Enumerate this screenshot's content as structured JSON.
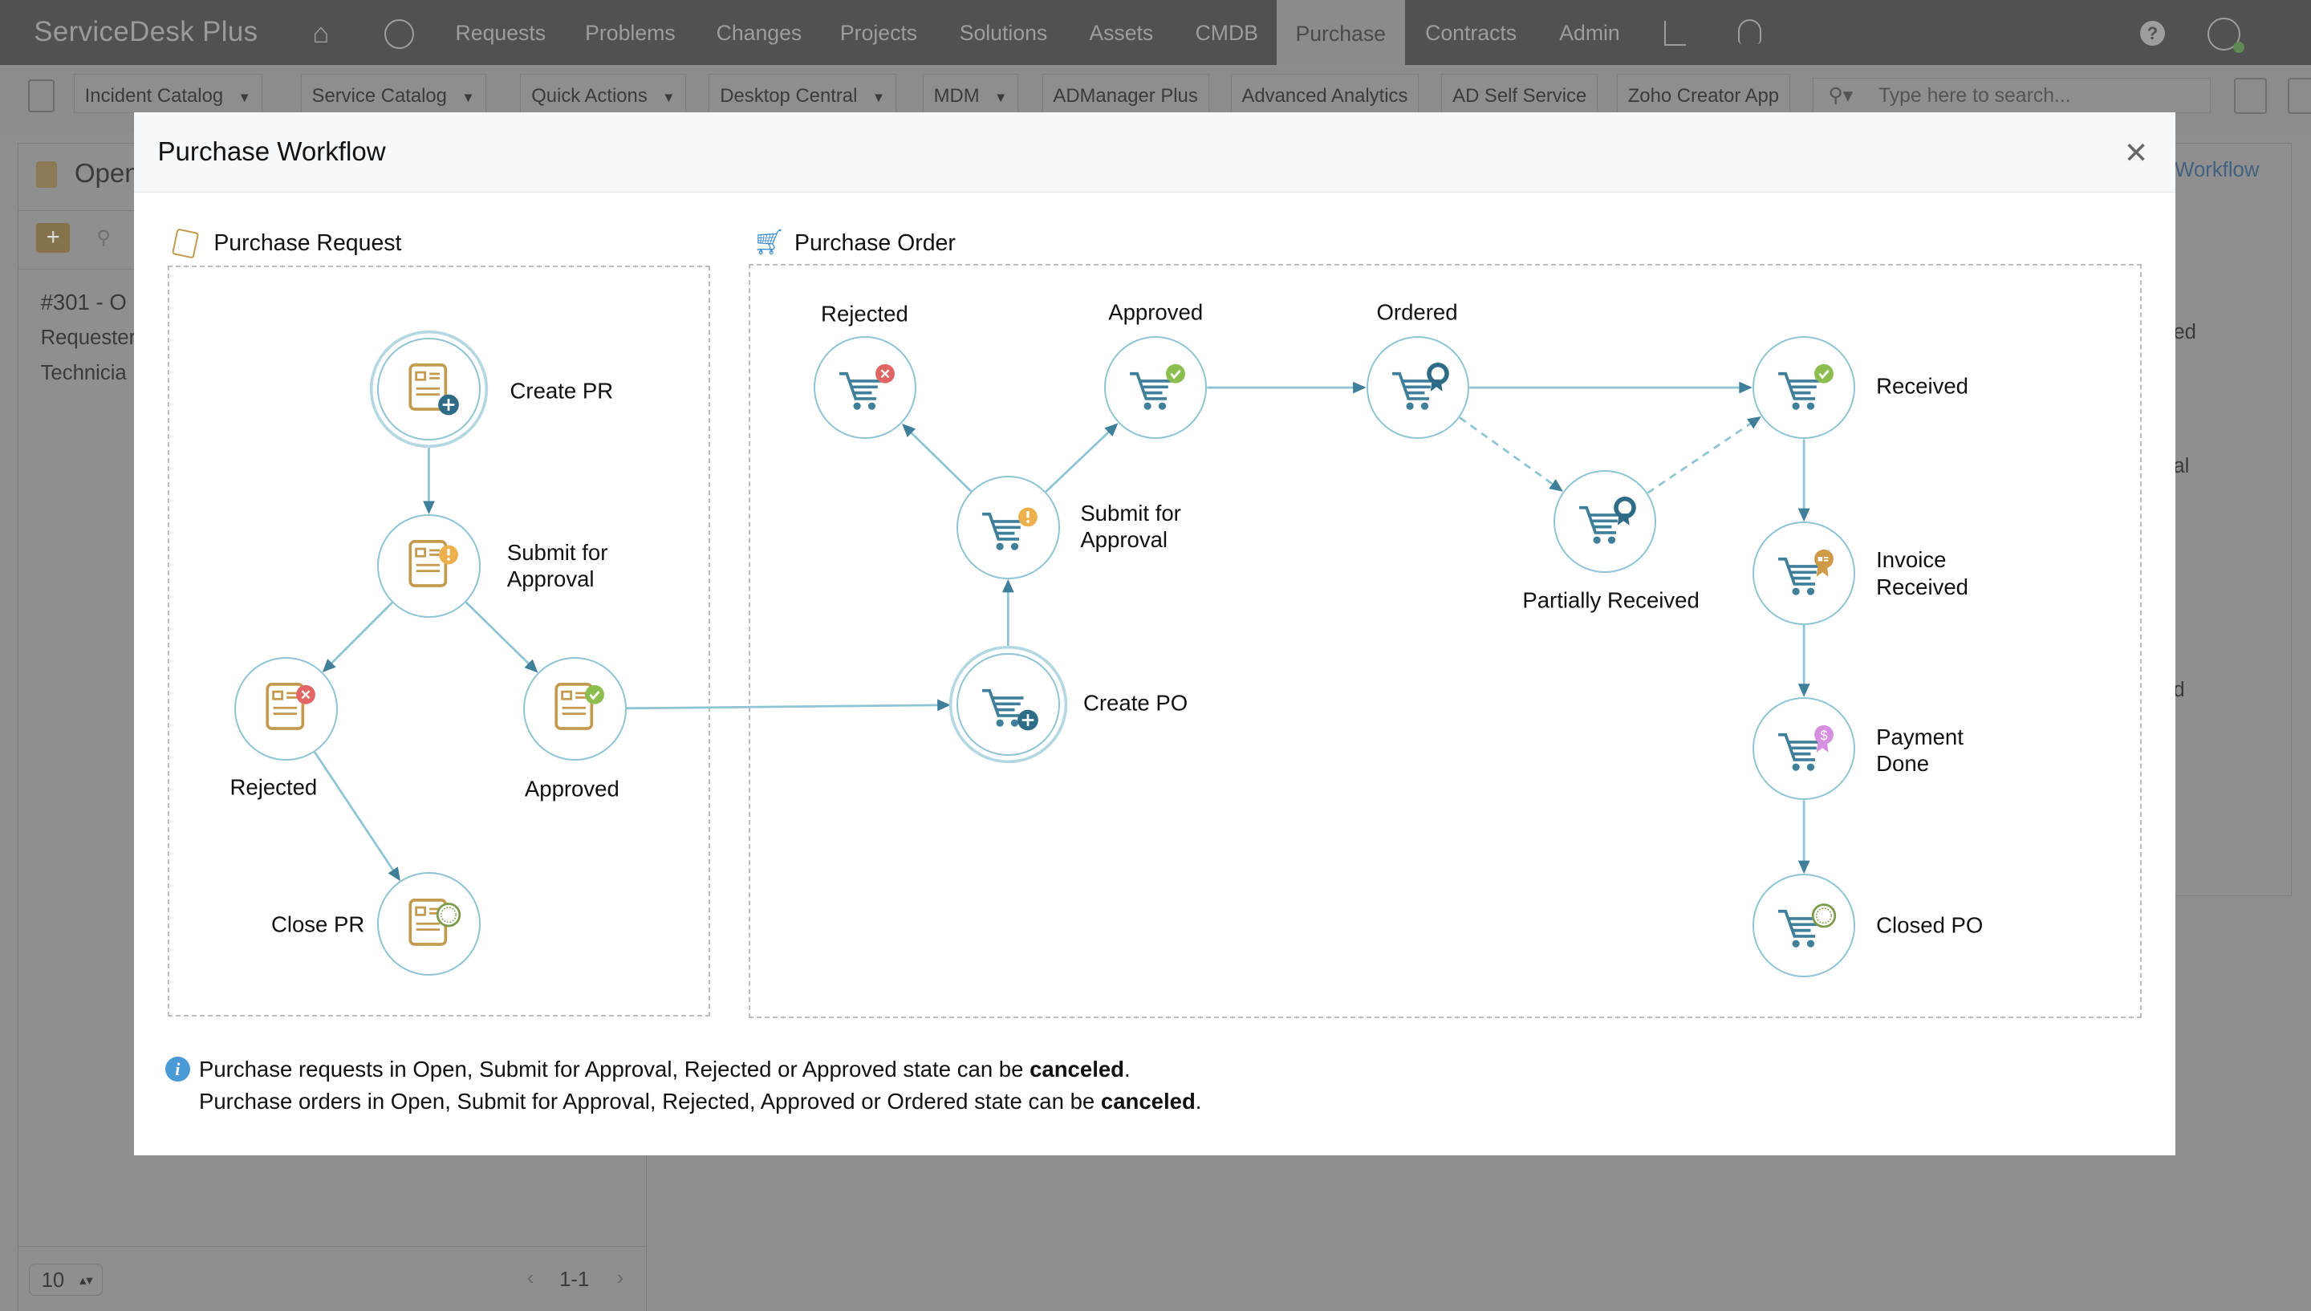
{
  "app": {
    "logo": "ServiceDesk Plus",
    "nav": [
      "Requests",
      "Problems",
      "Changes",
      "Projects",
      "Solutions",
      "Assets",
      "CMDB",
      "Purchase",
      "Contracts",
      "Admin"
    ],
    "active_nav": "Purchase"
  },
  "toolbar": {
    "items": [
      {
        "label": "Incident Catalog",
        "dropdown": true
      },
      {
        "label": "Service Catalog",
        "dropdown": true
      },
      {
        "label": "Quick Actions",
        "dropdown": true
      },
      {
        "label": "Desktop Central",
        "dropdown": true
      },
      {
        "label": "MDM",
        "dropdown": true
      },
      {
        "label": "ADManager Plus",
        "dropdown": false
      },
      {
        "label": "Advanced Analytics",
        "dropdown": false
      },
      {
        "label": "AD Self Service",
        "dropdown": false
      },
      {
        "label": "Zoho Creator App",
        "dropdown": false
      }
    ],
    "search_placeholder": "Type here to search..."
  },
  "background": {
    "panel_title": "Open",
    "item_title": "#301 - O",
    "requester": "Requester",
    "technician": "Technicia",
    "per_page": "10",
    "range": "1-1",
    "workflow_link": "Workflow",
    "row_fragments": [
      "ed",
      "al",
      "d"
    ]
  },
  "modal": {
    "title": "Purchase Workflow",
    "pr": {
      "title": "Purchase Request",
      "states": {
        "create": "Create PR",
        "submit": [
          "Submit for",
          "Approval"
        ],
        "rejected": "Rejected",
        "approved": "Approved",
        "close": "Close PR"
      }
    },
    "po": {
      "title": "Purchase Order",
      "states": {
        "rejected": "Rejected",
        "approved": "Approved",
        "ordered": "Ordered",
        "received": "Received",
        "submit": [
          "Submit for",
          "Approval"
        ],
        "create": "Create PO",
        "partial": "Partially Received",
        "invoice": [
          "Invoice",
          "Received"
        ],
        "payment": [
          "Payment",
          "Done"
        ],
        "closed": "Closed PO"
      }
    },
    "notes": [
      {
        "text": "Purchase requests in Open, Submit for Approval, Rejected or Approved state can be ",
        "bold": "canceled",
        "end": "."
      },
      {
        "text": "Purchase orders in Open, Submit for Approval, Rejected, Approved or Ordered state can be ",
        "bold": "canceled",
        "end": "."
      }
    ]
  },
  "colors": {
    "ring": "#8ec4d3",
    "cart": "#3f7f99",
    "doc": "#c49a4f",
    "reject": "#e06666",
    "approve": "#8bbd4f",
    "warn": "#ecb04d",
    "invoice": "#cf9a45",
    "payment": "#d58fde",
    "stamp": "#7a9a4a"
  }
}
